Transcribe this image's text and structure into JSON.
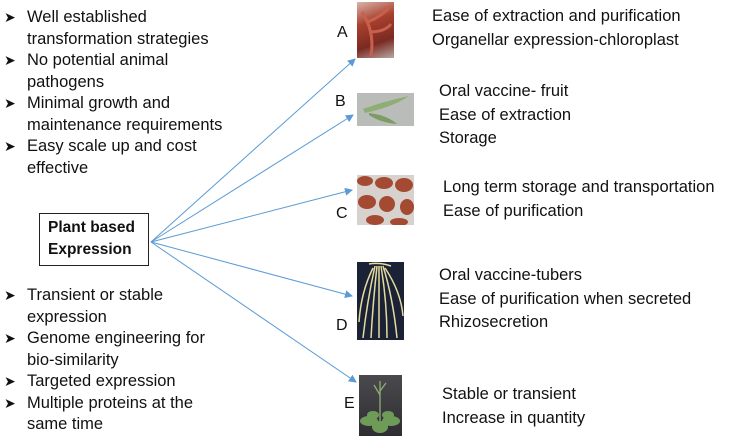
{
  "center": {
    "label_line1": "Plant based",
    "label_line2": "Expression"
  },
  "bullets_top": [
    {
      "line1": "Well established",
      "line2": "transformation strategies"
    },
    {
      "line1": "No potential animal",
      "line2": "pathogens"
    },
    {
      "line1": "Minimal growth and",
      "line2": "maintenance requirements"
    },
    {
      "line1": "Easy scale up and cost",
      "line2": "effective"
    }
  ],
  "bullets_bottom": [
    {
      "line1": "Transient or stable",
      "line2": "expression"
    },
    {
      "line1": "Genome engineering for",
      "line2": "bio-similarity"
    },
    {
      "line1": "Targeted expression",
      "line2": ""
    },
    {
      "line1": "Multiple proteins at the",
      "line2": "same time"
    }
  ],
  "bullet_icon": "arrowhead-bullet",
  "arrow_color": "#5b9bd5",
  "items": [
    {
      "letter": "A",
      "image": "red-leaves-photo",
      "lines": [
        "Ease of extraction and purification",
        "Organellar expression-chloroplast"
      ]
    },
    {
      "letter": "B",
      "image": "green-pods-photo",
      "lines": [
        "Oral vaccine- fruit",
        "Ease of extraction",
        "Storage"
      ]
    },
    {
      "letter": "C",
      "image": "brown-seeds-photo",
      "lines": [
        "Long term storage and transportation",
        "Ease of purification"
      ]
    },
    {
      "letter": "D",
      "image": "roots-tubers-photo",
      "lines": [
        "Oral vaccine-tubers",
        "Ease of purification when secreted",
        "Rhizosecretion"
      ]
    },
    {
      "letter": "E",
      "image": "arabidopsis-plant-photo",
      "lines": [
        "Stable or transient",
        "Increase in quantity"
      ]
    }
  ]
}
